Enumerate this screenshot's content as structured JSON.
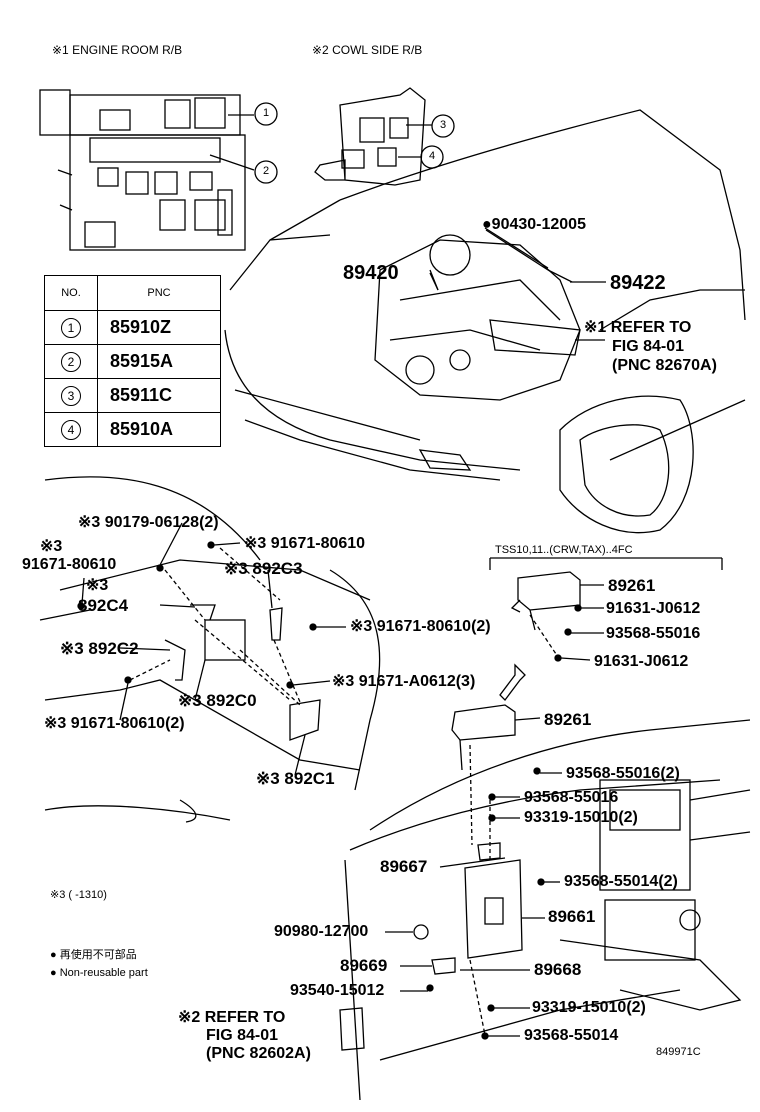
{
  "headers": {
    "engine_room": "※1  ENGINE ROOM R/B",
    "cowl_side": "※2  COWL SIDE R/B"
  },
  "callouts": [
    "1",
    "2",
    "3",
    "4"
  ],
  "table": {
    "col_no": "NO.",
    "col_pnc": "PNC",
    "rows": [
      {
        "no": "1",
        "pnc": "85910Z"
      },
      {
        "no": "2",
        "pnc": "85915A"
      },
      {
        "no": "3",
        "pnc": "85911C"
      },
      {
        "no": "4",
        "pnc": "85910A"
      }
    ]
  },
  "engine_labels": {
    "p90430": "●90430-12005",
    "p89420": "89420",
    "p89422": "89422",
    "refer1_line1": "※1 REFER TO",
    "refer1_line2": "FIG 84-01",
    "refer1_line3": "(PNC 82670A)"
  },
  "bumper_labels": {
    "p90179": "※3 90179-06128(2)",
    "p91671_top": "※3 91671-80610",
    "p91671_left_a": "※3",
    "p91671_left_b": "91671-80610",
    "p892c3": "※3 892C3",
    "p892c4_a": "※3",
    "p892c4_b": "892C4",
    "p91671_2_right": "※3 91671-80610(2)",
    "p892c2": "※3 892C2",
    "p91671_a0612": "※3 91671-A0612(3)",
    "p892c0": "※3 892C0",
    "p91671_2_left": "※3 91671-80610(2)",
    "p892c1": "※3 892C1"
  },
  "tss_labels": {
    "header": "TSS10,11..(CRW,TAX)..4FC",
    "p89261_a": "89261",
    "p91631_a": "91631-J0612",
    "p93568_a": "93568-55016",
    "p91631_b": "91631-J0612"
  },
  "dash_labels": {
    "p89261_b": "89261",
    "p93568_55016_2": "93568-55016(2)",
    "p93568_55016": "93568-55016",
    "p93319_2_top": "93319-15010(2)",
    "p89667": "89667",
    "p93568_55014_2": "93568-55014(2)",
    "p90980": "90980-12700",
    "p89661": "89661",
    "p89669": "89669",
    "p89668": "89668",
    "p93540": "93540-15012",
    "p93319_2_bottom": "93319-15010(2)",
    "p93568_55014": "93568-55014",
    "refer2_line1": "※2 REFER TO",
    "refer2_line2": "FIG 84-01",
    "refer2_line3": "(PNC 82602A)"
  },
  "notes": {
    "range": "※3 (       -1310)",
    "nonreusable_jp": "● 再使用不可部品",
    "nonreusable_en": "● Non-reusable part",
    "figure_no": "849971C"
  }
}
